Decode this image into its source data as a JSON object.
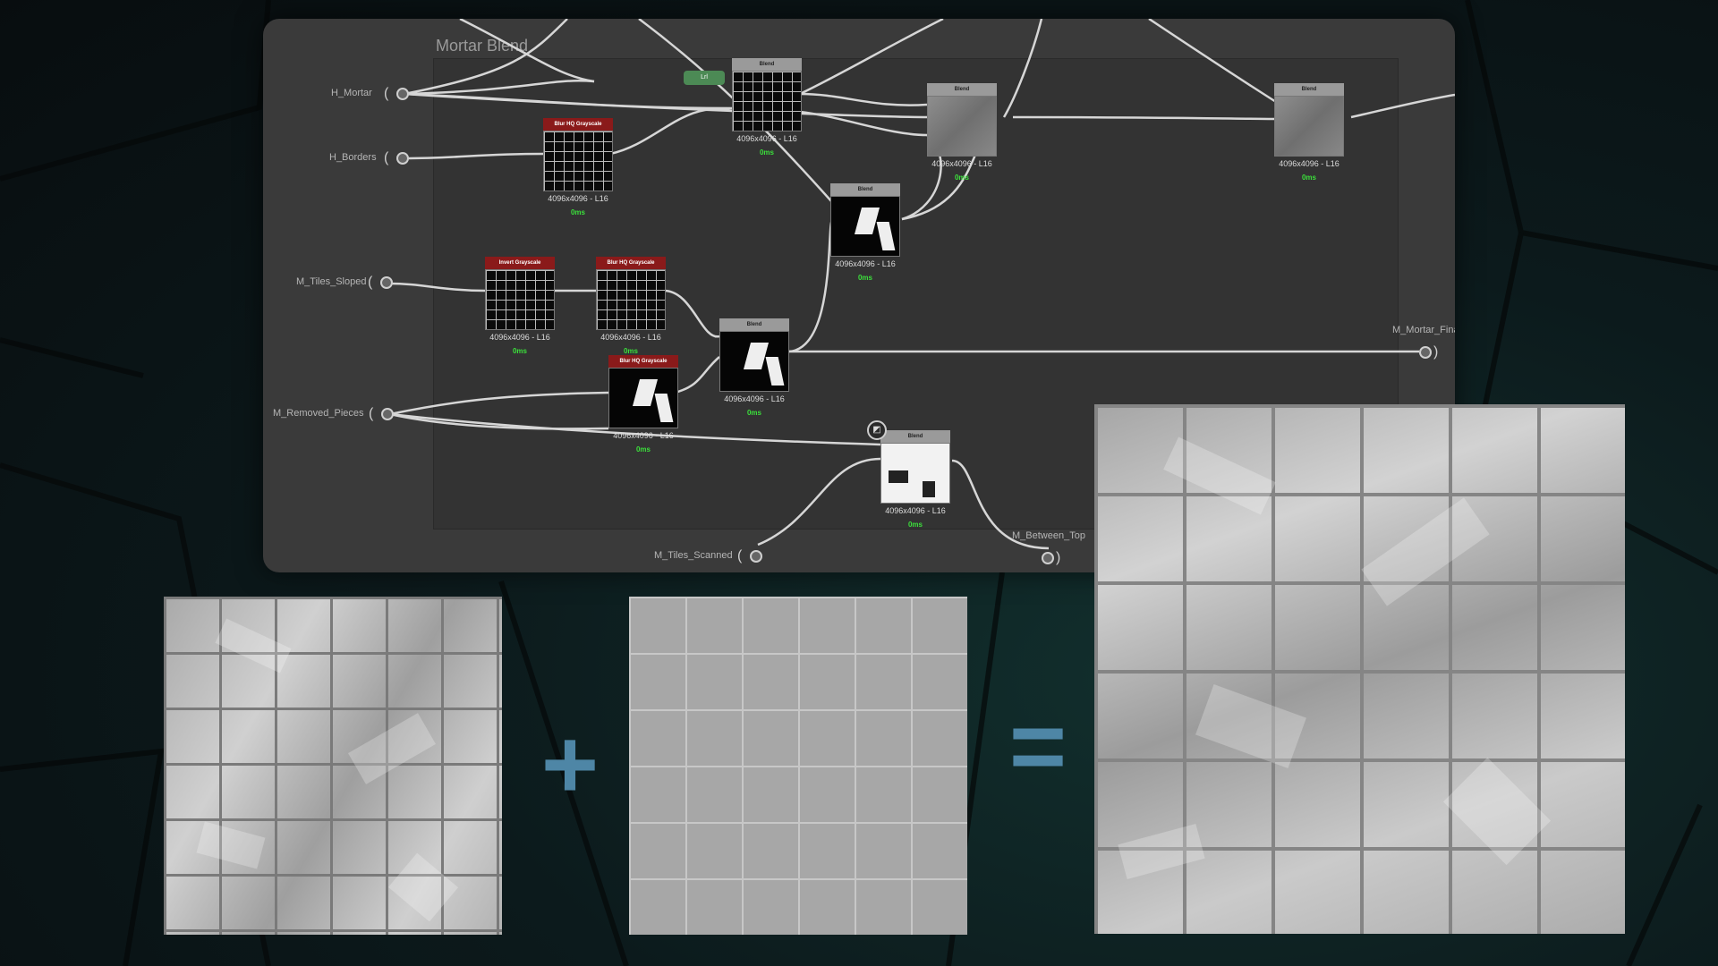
{
  "app": {
    "background_color": "#0c1a1c",
    "graph_panel_color": "#3a3a3a"
  },
  "graph": {
    "frame_title": "Mortar Blend",
    "inputs": {
      "h_mortar": "H_Mortar",
      "h_borders": "H_Borders",
      "m_tiles_sloped": "M_Tiles_Sloped",
      "m_removed_pieces": "M_Removed_Pieces",
      "m_tiles_scanned": "M_Tiles_Scanned"
    },
    "outputs": {
      "m_mortar_final": "M_Mortar_Final",
      "m_between_top": "M_Between_Top"
    },
    "lerp_label": "Lrl",
    "nodes": {
      "blend_top": {
        "title": "Blend",
        "res": "4096x4096 - L16",
        "time": "0ms"
      },
      "blend_mid_top": {
        "title": "Blend",
        "res": "4096x4096 - L16",
        "time": "0ms"
      },
      "blend_right": {
        "title": "Blend",
        "res": "4096x4096 - L16",
        "time": "0ms"
      },
      "blend_center": {
        "title": "Blend",
        "res": "4096x4096 - L16",
        "time": "0ms"
      },
      "blend_mask": {
        "title": "Blend",
        "res": "4096x4096 - L16",
        "time": "0ms"
      },
      "blend_bottom": {
        "title": "Blend",
        "res": "4096x4096 - L16",
        "time": "0ms"
      },
      "blur_borders": {
        "title": "Blur HQ Grayscale",
        "res": "4096x4096 - L16",
        "time": "0ms"
      },
      "invert_sloped": {
        "title": "Invert Grayscale",
        "res": "4096x4096 - L16",
        "time": "0ms"
      },
      "blur_sloped": {
        "title": "Blur HQ Grayscale",
        "res": "4096x4096 - L16",
        "time": "0ms"
      },
      "blur_removed": {
        "title": "Blur HQ Grayscale",
        "res": "4096x4096 - L16",
        "time": "0ms"
      }
    },
    "colors": {
      "error_header": "#8a1a1a",
      "timing_text": "#3be03b",
      "wire": "#d6d6d6"
    },
    "icons": {
      "input_port": "input-port-icon",
      "output_port": "output-port-icon",
      "pin": "pin-icon"
    }
  },
  "equation": {
    "plus": "+",
    "equals": "=",
    "sign_color": "#4e86a6"
  }
}
